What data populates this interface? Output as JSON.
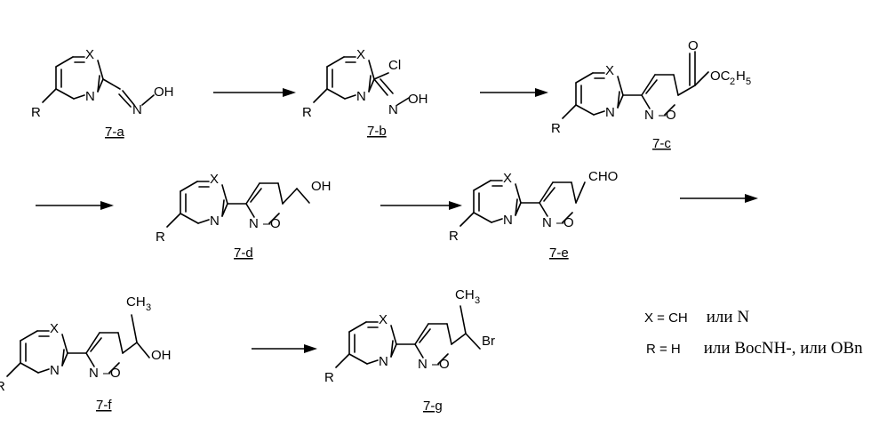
{
  "compounds": [
    {
      "id": "7-a",
      "label": "7-a",
      "sub": "N–OH"
    },
    {
      "id": "7-b",
      "label": "7-b",
      "sub": "Cl / N–OH"
    },
    {
      "id": "7-c",
      "label": "7-c",
      "sub": "COOC2H5"
    },
    {
      "id": "7-d",
      "label": "7-d",
      "sub": "CH2OH"
    },
    {
      "id": "7-e",
      "label": "7-e",
      "sub": "CHO"
    },
    {
      "id": "7-f",
      "label": "7-f",
      "sub": "CH(CH3)OH"
    },
    {
      "id": "7-g",
      "label": "7-g",
      "sub": "CH(CH3)Br"
    }
  ],
  "atoms": {
    "X": "X",
    "N": "N",
    "R": "R",
    "O": "O",
    "OH": "OH",
    "Cl": "Cl",
    "Br": "Br",
    "CHO": "CHO",
    "OC2H5_main": "OC",
    "OC2H5_sub2": "2",
    "OC2H5_H": "H",
    "OC2H5_sub5": "5",
    "CH3_main": "CH",
    "CH3_sub": "3",
    "dash": "–"
  },
  "legend": {
    "x_prefix": "X = CH",
    "x_serif": " или N",
    "r_prefix": "R = H",
    "r_serif": " или BocNH-, или OBn"
  },
  "arrows": [
    "7-a→7-b",
    "7-b→7-c",
    "7-c→7-d",
    "7-d→7-e",
    "7-e→7-f",
    "7-f→7-g"
  ]
}
